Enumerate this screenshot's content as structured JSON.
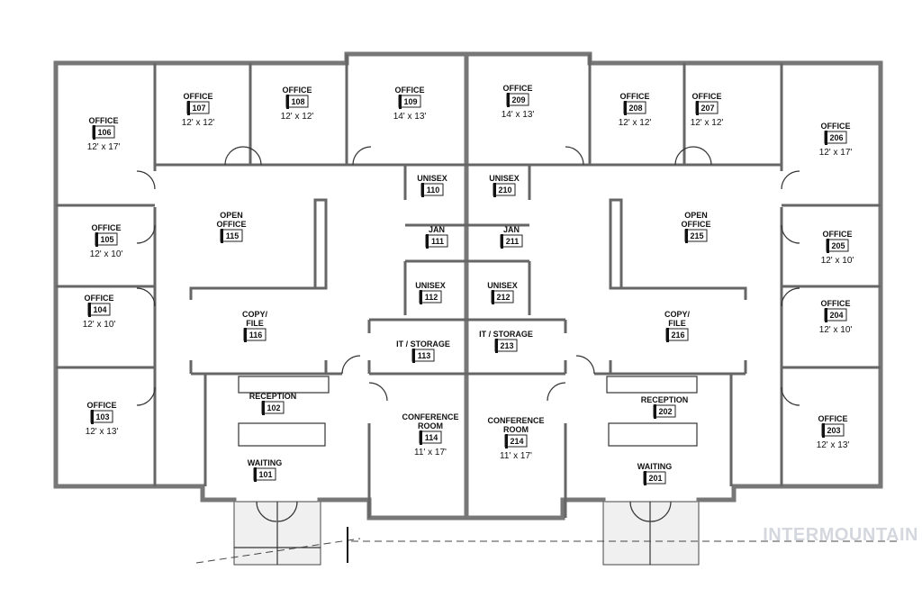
{
  "watermark": "INTERMOUNTAIN",
  "colors": {
    "wall": "#777777",
    "line": "#333333",
    "watermark": "#d4d8de"
  },
  "rooms": [
    {
      "name": "OFFICE",
      "number": "106",
      "size": "12' x 17'"
    },
    {
      "name": "OFFICE",
      "number": "107",
      "size": "12' x 12'"
    },
    {
      "name": "OFFICE",
      "number": "108",
      "size": "12' x 12'"
    },
    {
      "name": "OFFICE",
      "number": "109",
      "size": "14' x 13'"
    },
    {
      "name": "OFFICE",
      "number": "209",
      "size": "14' x 13'"
    },
    {
      "name": "OFFICE",
      "number": "208",
      "size": "12' x 12'"
    },
    {
      "name": "OFFICE",
      "number": "207",
      "size": "12' x 12'"
    },
    {
      "name": "OFFICE",
      "number": "206",
      "size": "12' x 17'"
    },
    {
      "name": "OFFICE",
      "number": "105",
      "size": "12' x 10'"
    },
    {
      "name": "OFFICE",
      "number": "104",
      "size": "12' x 10'"
    },
    {
      "name": "OFFICE",
      "number": "103",
      "size": "12' x 13'"
    },
    {
      "name": "OFFICE",
      "number": "205",
      "size": "12' x 10'"
    },
    {
      "name": "OFFICE",
      "number": "204",
      "size": "12' x 10'"
    },
    {
      "name": "OFFICE",
      "number": "203",
      "size": "12' x 13'"
    },
    {
      "name": "UNISEX",
      "number": "110",
      "size": ""
    },
    {
      "name": "UNISEX",
      "number": "210",
      "size": ""
    },
    {
      "name": "JAN",
      "number": "111",
      "size": ""
    },
    {
      "name": "JAN",
      "number": "211",
      "size": ""
    },
    {
      "name": "UNISEX",
      "number": "112",
      "size": ""
    },
    {
      "name": "UNISEX",
      "number": "212",
      "size": ""
    },
    {
      "name": "OPEN|OFFICE",
      "number": "115",
      "size": ""
    },
    {
      "name": "OPEN|OFFICE",
      "number": "215",
      "size": ""
    },
    {
      "name": "COPY/|FILE",
      "number": "116",
      "size": ""
    },
    {
      "name": "COPY/|FILE",
      "number": "216",
      "size": ""
    },
    {
      "name": "IT / STORAGE",
      "number": "113",
      "size": ""
    },
    {
      "name": "IT / STORAGE",
      "number": "213",
      "size": ""
    },
    {
      "name": "RECEPTION",
      "number": "102",
      "size": ""
    },
    {
      "name": "RECEPTION",
      "number": "202",
      "size": ""
    },
    {
      "name": "WAITING",
      "number": "101",
      "size": ""
    },
    {
      "name": "WAITING",
      "number": "201",
      "size": ""
    },
    {
      "name": "CONFERENCE|ROOM",
      "number": "114",
      "size": "11' x 17'"
    },
    {
      "name": "CONFERENCE|ROOM",
      "number": "214",
      "size": "11' x 17'"
    }
  ]
}
